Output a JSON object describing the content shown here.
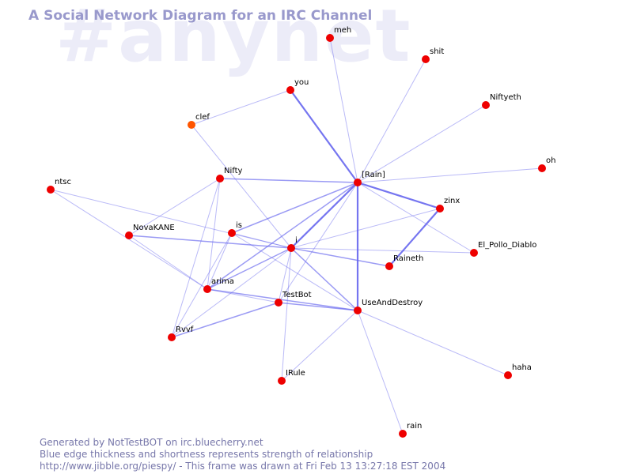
{
  "watermark": "#anynet",
  "title": "A Social Network Diagram for an IRC Channel",
  "footer": {
    "line1": "Generated by NotTestBOT on irc.bluecherry.net",
    "line2": "Blue edge thickness and shortness represents strength of relationship",
    "line3": "http://www.jibble.org/piespy/ - This frame was drawn at Fri Feb 13 13:27:18 EST 2004"
  },
  "colors": {
    "node": "#ee0000",
    "node_highlight": "#ff5500",
    "edge": "#6666ee",
    "title": "#9999cc",
    "watermark": "#ececf8"
  },
  "nodes": [
    {
      "id": "meh",
      "label": "meh"
    },
    {
      "id": "shit",
      "label": "shit"
    },
    {
      "id": "you",
      "label": "you"
    },
    {
      "id": "niftyeth",
      "label": "Niftyeth"
    },
    {
      "id": "clef",
      "label": "clef",
      "highlight": true
    },
    {
      "id": "oh",
      "label": "oh"
    },
    {
      "id": "nifty",
      "label": "Nifty"
    },
    {
      "id": "rain",
      "label": "[Rain]"
    },
    {
      "id": "ntsc",
      "label": "ntsc"
    },
    {
      "id": "zinx",
      "label": "zinx"
    },
    {
      "id": "novakane",
      "label": "NovaKANE"
    },
    {
      "id": "is",
      "label": "is"
    },
    {
      "id": "i",
      "label": "i"
    },
    {
      "id": "elpollo",
      "label": "El_Pollo_Diablo"
    },
    {
      "id": "raineth",
      "label": "Raineth"
    },
    {
      "id": "arima",
      "label": "arima"
    },
    {
      "id": "testbot",
      "label": "TestBot"
    },
    {
      "id": "useanddestroy",
      "label": "UseAndDestroy"
    },
    {
      "id": "rvvf",
      "label": "Rvvf"
    },
    {
      "id": "haha",
      "label": "haha"
    },
    {
      "id": "irule",
      "label": "IRule"
    },
    {
      "id": "rainlow",
      "label": "rain"
    }
  ],
  "edges": [
    {
      "from": "rain",
      "to": "you",
      "weight": 3
    },
    {
      "from": "rain",
      "to": "meh",
      "weight": 1
    },
    {
      "from": "rain",
      "to": "shit",
      "weight": 1
    },
    {
      "from": "rain",
      "to": "niftyeth",
      "weight": 1
    },
    {
      "from": "rain",
      "to": "oh",
      "weight": 1
    },
    {
      "from": "rain",
      "to": "nifty",
      "weight": 2
    },
    {
      "from": "rain",
      "to": "zinx",
      "weight": 3
    },
    {
      "from": "rain",
      "to": "elpollo",
      "weight": 1
    },
    {
      "from": "rain",
      "to": "useanddestroy",
      "weight": 3
    },
    {
      "from": "rain",
      "to": "i",
      "weight": 3
    },
    {
      "from": "rain",
      "to": "is",
      "weight": 2
    },
    {
      "from": "rain",
      "to": "testbot",
      "weight": 1
    },
    {
      "from": "rain",
      "to": "arima",
      "weight": 2
    },
    {
      "from": "zinx",
      "to": "raineth",
      "weight": 3
    },
    {
      "from": "zinx",
      "to": "i",
      "weight": 1
    },
    {
      "from": "you",
      "to": "clef",
      "weight": 1
    },
    {
      "from": "clef",
      "to": "i",
      "weight": 1
    },
    {
      "from": "nifty",
      "to": "novakane",
      "weight": 1
    },
    {
      "from": "nifty",
      "to": "arima",
      "weight": 1
    },
    {
      "from": "nifty",
      "to": "rvvf",
      "weight": 1
    },
    {
      "from": "ntsc",
      "to": "arima",
      "weight": 1
    },
    {
      "from": "ntsc",
      "to": "i",
      "weight": 1
    },
    {
      "from": "novakane",
      "to": "i",
      "weight": 2
    },
    {
      "from": "novakane",
      "to": "arima",
      "weight": 1
    },
    {
      "from": "is",
      "to": "i",
      "weight": 1
    },
    {
      "from": "is",
      "to": "arima",
      "weight": 1
    },
    {
      "from": "is",
      "to": "rvvf",
      "weight": 1
    },
    {
      "from": "is",
      "to": "useanddestroy",
      "weight": 1
    },
    {
      "from": "i",
      "to": "elpollo",
      "weight": 1
    },
    {
      "from": "i",
      "to": "raineth",
      "weight": 2
    },
    {
      "from": "i",
      "to": "arima",
      "weight": 2
    },
    {
      "from": "i",
      "to": "testbot",
      "weight": 1
    },
    {
      "from": "i",
      "to": "useanddestroy",
      "weight": 2
    },
    {
      "from": "i",
      "to": "irule",
      "weight": 1
    },
    {
      "from": "i",
      "to": "rvvf",
      "weight": 1
    },
    {
      "from": "arima",
      "to": "testbot",
      "weight": 1
    },
    {
      "from": "arima",
      "to": "useanddestroy",
      "weight": 2
    },
    {
      "from": "testbot",
      "to": "useanddestroy",
      "weight": 2
    },
    {
      "from": "testbot",
      "to": "rvvf",
      "weight": 2
    },
    {
      "from": "useanddestroy",
      "to": "haha",
      "weight": 1
    },
    {
      "from": "useanddestroy",
      "to": "rainlow",
      "weight": 1
    },
    {
      "from": "useanddestroy",
      "to": "irule",
      "weight": 1
    }
  ]
}
